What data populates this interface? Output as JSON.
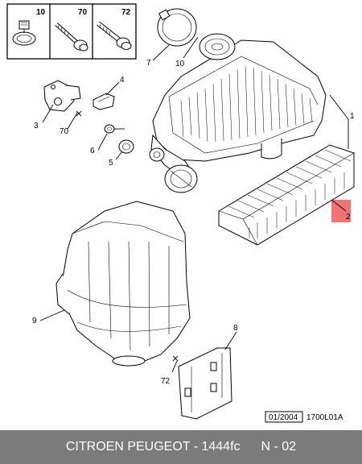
{
  "header_boxes": [
    {
      "label": "10"
    },
    {
      "label": "70"
    },
    {
      "label": "72"
    }
  ],
  "callouts": {
    "c1": "1",
    "c2": "2",
    "c3": "3",
    "c4": "4",
    "c5": "5",
    "c6": "6",
    "c7": "7",
    "c8": "8",
    "c9": "9",
    "c10": "10",
    "c70": "70",
    "c72": "72"
  },
  "stamp": {
    "date": "01/2004",
    "code": "1700L01A"
  },
  "footer": {
    "brand": "CITROEN PEUGEOT - 1444fc",
    "page": "N - 02"
  },
  "colors": {
    "footer_bg": "#7b7b7b",
    "highlight": "#ef4444"
  }
}
